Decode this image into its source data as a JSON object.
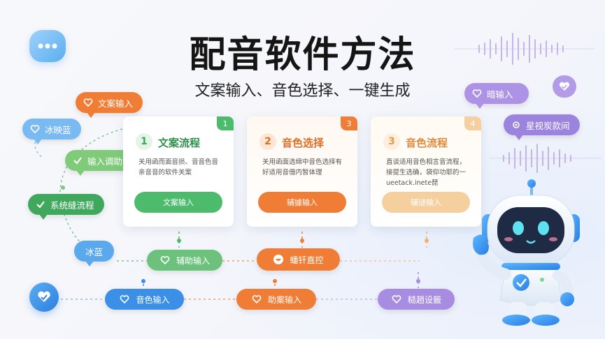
{
  "header": {
    "title": "配音软件方法",
    "subtitle": "文案输入、音色选择、一键生成"
  },
  "bubbles": {
    "wenan_input": "文案输入",
    "bingyinglan": "冰映蓝",
    "input_assist": "输入调助",
    "system_flow": "系统缝流程",
    "binglan": "冰蓝",
    "right_input": "暗输入",
    "right_tag": "星视炭款间"
  },
  "cards": [
    {
      "index": "1",
      "corner": "1",
      "title": "文案流程",
      "desc": "关用函而面音损、音音色音亲音音的软件关案",
      "button": "文案输入",
      "color": "#4cbb6c"
    },
    {
      "index": "2",
      "corner": "3",
      "title": "音色选择",
      "desc": "关用函面选绵中音色选择有好适用音借内暂体理",
      "button": "辅據输入",
      "color": "#f07d35"
    },
    {
      "index": "3",
      "corner": "4",
      "title": "音色流程",
      "desc": "直谈适用音色相言音流程，接提生选确，袋仰功耶的一ueetack.inete琵",
      "button": "辅谜输入",
      "color": "#f3b06a"
    }
  ],
  "flow": {
    "assist_input": "辅助输入",
    "direct_control": "蟠钎直控",
    "voice_input": "音色输入",
    "help_input": "助案输入",
    "settings": "糙趙设籤"
  },
  "colors": {
    "green": "#4cbb6c",
    "orange": "#f07d35",
    "blue": "#3b8fe6",
    "purple": "#a88ce2",
    "light_blue": "#6ab3f0"
  }
}
